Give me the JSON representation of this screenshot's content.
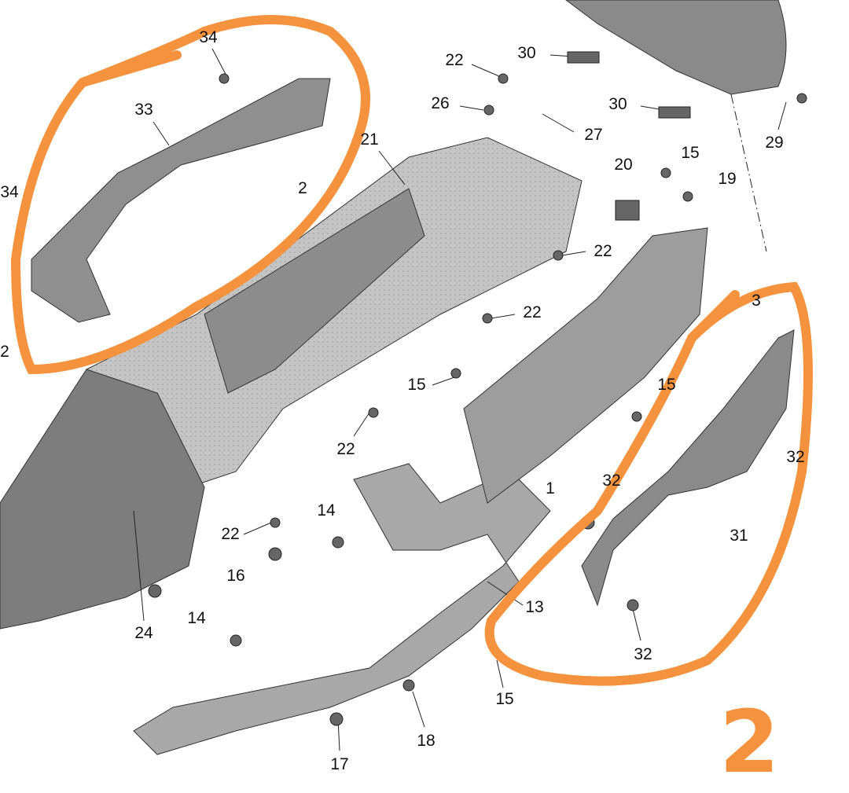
{
  "diagram": {
    "callouts": [
      "34",
      "33",
      "34",
      "2",
      "21",
      "22",
      "26",
      "27",
      "30",
      "30",
      "29",
      "15",
      "20",
      "19",
      "22",
      "22",
      "15",
      "15",
      "22",
      "2",
      "32",
      "32",
      "31",
      "14",
      "22",
      "16",
      "24",
      "14",
      "13",
      "32",
      "15",
      "18",
      "17",
      "1",
      "3"
    ],
    "annotation_number": "2",
    "colors": {
      "highlight": "#f5923e",
      "part_fill": "#b4b4b4",
      "part_dark": "#6f6f6f"
    }
  }
}
